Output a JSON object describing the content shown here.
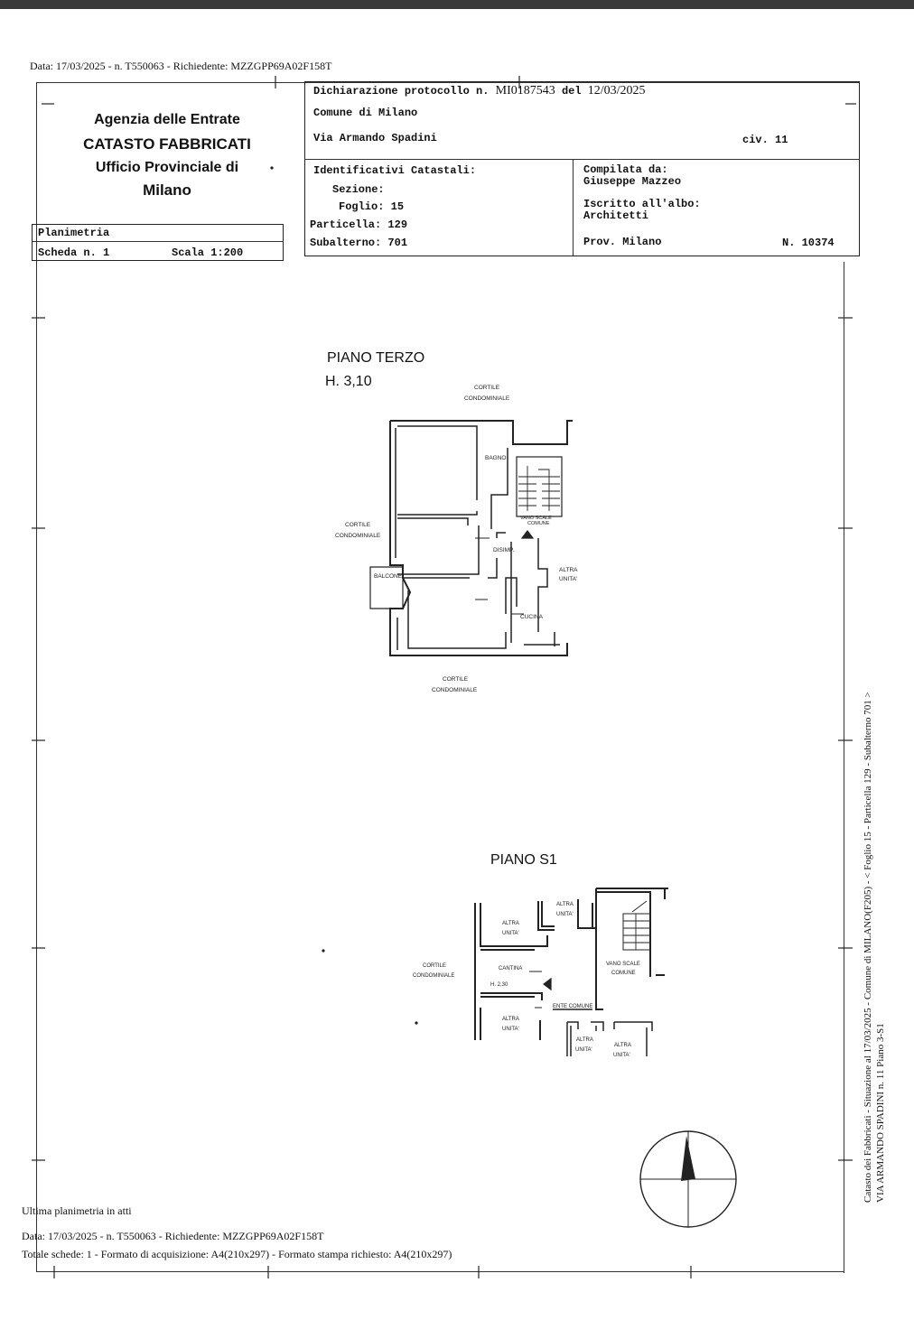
{
  "header_line": "Data: 17/03/2025 - n. T550063 - Richiedente: MZZGPP69A02F158T",
  "agency": {
    "line1": "Agenzia delle Entrate",
    "line2": "CATASTO FABBRICATI",
    "line3": "Ufficio Provinciale di",
    "line4": "Milano"
  },
  "protocol": {
    "label": "Dichiarazione protocollo n.",
    "number": "MI0187543",
    "del_label": "del",
    "date": "12/03/2025"
  },
  "comune": "Comune di Milano",
  "via": "Via Armando Spadini",
  "civ": "civ. 11",
  "identificativi": {
    "title": "Identificativi Catastali:",
    "sezione_label": "Sezione:",
    "foglio_label": "Foglio:",
    "foglio": "15",
    "particella_label": "Particella:",
    "particella": "129",
    "subalterno_label": "Subalterno:",
    "subalterno": "701"
  },
  "compilata": {
    "label": "Compilata da:",
    "name": "Giuseppe Mazzeo",
    "iscritto_label": "Iscritto all'albo:",
    "albo": "Architetti",
    "prov": "Prov. Milano",
    "numero": "N. 10374"
  },
  "scheda": {
    "planimetria": "Planimetria",
    "scheda": "Scheda n. 1",
    "scala": "Scala 1:200"
  },
  "floor_top": {
    "title": "PIANO TERZO",
    "height": "H. 3,10",
    "labels": {
      "cortile_top_1": "CORTILE",
      "cortile_top_2": "CONDOMINIALE",
      "cortile_left_1": "CORTILE",
      "cortile_left_2": "CONDOMINIALE",
      "cortile_bottom_1": "CORTILE",
      "cortile_bottom_2": "CONDOMINIALE",
      "bagno": "BAGNO",
      "vano_1": "VANO SCALE",
      "vano_2": "COMUNE",
      "disimp": "DISIMP.",
      "altra_1": "ALTRA",
      "altra_2": "UNITA'",
      "balcone": "BALCONE",
      "cucina": "CUCINA"
    }
  },
  "floor_s1": {
    "title": "PIANO S1",
    "labels": {
      "altra_a1": "ALTRA",
      "altra_a2": "UNITA'",
      "altra_b1": "ALTRA",
      "altra_b2": "UNITA'",
      "cortile_1": "CORTILE",
      "cortile_2": "CONDOMINIALE",
      "cantina": "CANTINA",
      "cantina_h": "H. 2,30",
      "vano_1": "VANO SCALE",
      "vano_2": "COMUNE",
      "ente": "ENTE COMUNE",
      "altra_c1": "ALTRA",
      "altra_c2": "UNITA'",
      "altra_d1": "ALTRA",
      "altra_d2": "UNITA'",
      "altra_e1": "ALTRA",
      "altra_e2": "UNITA'"
    }
  },
  "side_text": {
    "line1": "Catasto dei Fabbricati - Situazione al 17/03/2025 - Comune di MILANO(F205) - < Foglio 15 - Particella 129 - Subalterno 701 >",
    "line2": "VIA ARMANDO SPADINI n. 11 Piano 3-S1"
  },
  "footer": {
    "ultima": "Ultima planimetria in atti",
    "data": "Data: 17/03/2025 - n. T550063 - Richiedente: MZZGPP69A02F158T",
    "totale": "Totale schede: 1 - Formato di acquisizione: A4(210x297)  - Formato stampa richiesto: A4(210x297)"
  }
}
